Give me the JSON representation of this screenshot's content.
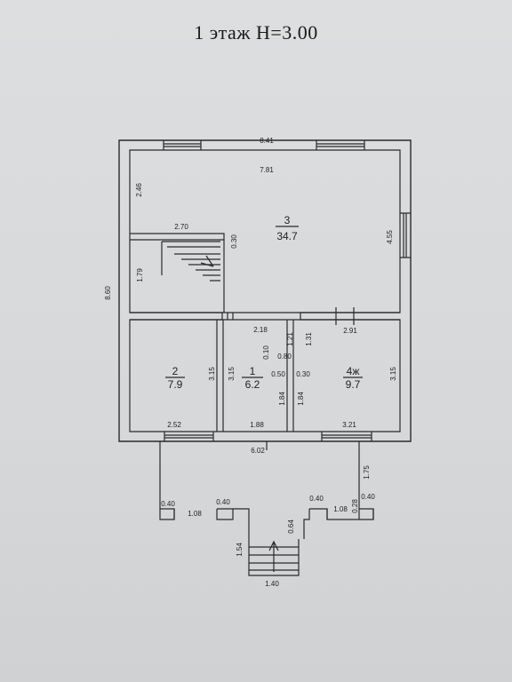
{
  "title": "1 этаж  H=3.00",
  "rooms": [
    {
      "num": "3",
      "area": "34.7"
    },
    {
      "num": "2",
      "area": "7.9"
    },
    {
      "num": "1",
      "area": "6.2"
    },
    {
      "num": "4ж",
      "area": "9.7"
    }
  ],
  "dims": {
    "top_outer": "8.41",
    "top_inner": "7.81",
    "left_outer": "8.60",
    "left_upper": "2.46",
    "stair_len": "2.70",
    "stair_wall": "0.30",
    "stair_height": "1.79",
    "right_upper": "4.55",
    "hall_width": "2.18",
    "hall_wall": "1.21",
    "d131": "1.31",
    "d291": "2.91",
    "d010": "0.10",
    "d080": "0.80",
    "d050": "0.50",
    "d030": "0.30",
    "r2_right": "3.15",
    "r1_left": "3.15",
    "r4_right": "3.15",
    "r1_lower": "1.84",
    "r1_lower2": "1.84",
    "r2_bottom": "2.52",
    "r1_bottom": "1.88",
    "r4_bottom": "3.21",
    "bottom_total": "6.02",
    "porch_right": "1.75",
    "col1": "0.40",
    "col2": "0.40",
    "col3": "0.40",
    "col4": "0.40",
    "span_left": "1.08",
    "span_right": "1.08",
    "d028": "0.28",
    "steps_side": "0.64",
    "steps_len": "1.54",
    "steps_width": "1.40"
  }
}
